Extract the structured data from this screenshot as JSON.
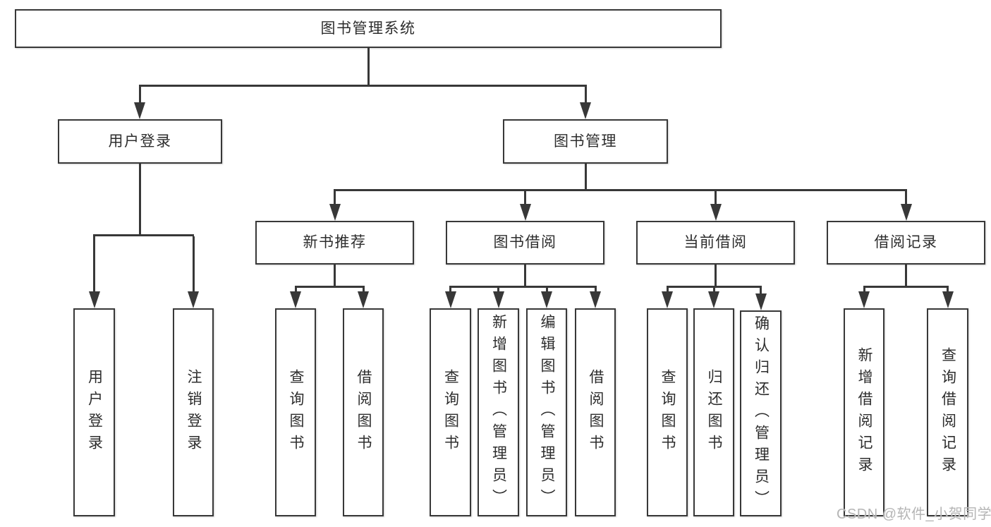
{
  "colors": {
    "line": "#383838",
    "text": "#2d2d2d",
    "watermark": "#b5b5b5",
    "background": "#ffffff"
  },
  "watermark": {
    "text": "CSDN @软件_小贺同学"
  },
  "tree": {
    "root": {
      "label": "图书管理系统"
    },
    "children": [
      {
        "label": "用户登录",
        "children": [
          {
            "label": "用户登录"
          },
          {
            "label": "注销登录"
          }
        ]
      },
      {
        "label": "图书管理",
        "children": [
          {
            "label": "新书推荐",
            "children": [
              {
                "label": "查询图书"
              },
              {
                "label": "借阅图书"
              }
            ]
          },
          {
            "label": "图书借阅",
            "children": [
              {
                "label": "查询图书"
              },
              {
                "label": "新增图书（管理员）"
              },
              {
                "label": "编辑图书（管理员）"
              },
              {
                "label": "借阅图书"
              }
            ]
          },
          {
            "label": "当前借阅",
            "children": [
              {
                "label": "查询图书"
              },
              {
                "label": "归还图书"
              },
              {
                "label": "确认归还（管理员）"
              }
            ]
          },
          {
            "label": "借阅记录",
            "children": [
              {
                "label": "新增借阅记录"
              },
              {
                "label": "查询借阅记录"
              }
            ]
          }
        ]
      }
    ]
  }
}
